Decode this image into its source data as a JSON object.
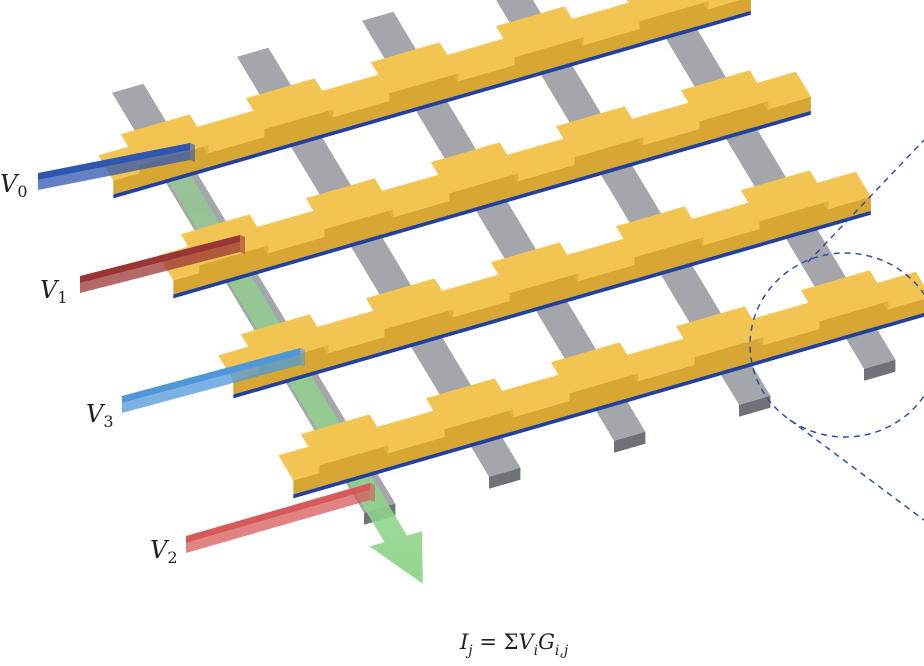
{
  "voltage_inputs": [
    {
      "symbol": "V",
      "subscript": "0",
      "color": "#2f56b0"
    },
    {
      "symbol": "V",
      "subscript": "1",
      "color": "#9b3535"
    },
    {
      "symbol": "V",
      "subscript": "3",
      "color": "#4f97d9"
    },
    {
      "symbol": "V",
      "subscript": "2",
      "color": "#d75a5a"
    }
  ],
  "output_current": {
    "lhs": "I",
    "lhs_sub": "j",
    "equals": "=",
    "sigma": "Σ",
    "term_v": "V",
    "term_v_sub": "i",
    "term_g": "G",
    "term_g_sub": "i,j",
    "arrow_color": "#8fd48a"
  },
  "colors": {
    "top_electrode": "#f2c451",
    "top_electrode_side": "#d8a733",
    "bottom_electrode": "#a4a6ab",
    "bottom_electrode_side": "#6f7278",
    "switching_layer": "#23409a",
    "zoom_circle": "#2f4fa0"
  }
}
